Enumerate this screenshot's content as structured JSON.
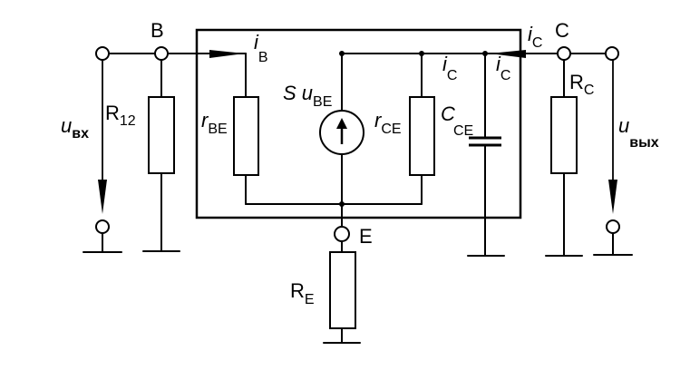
{
  "nodes": {
    "b": "B",
    "c": "C",
    "e": "E"
  },
  "labels": {
    "u_in": {
      "main": "u",
      "sub": "вх"
    },
    "u_out": {
      "main": "u",
      "sub": "вых"
    },
    "r12": {
      "main": "R",
      "sub": "12"
    },
    "rc": {
      "main": "R",
      "sub": "C"
    },
    "re": {
      "main": "R",
      "sub": "E"
    },
    "r_be": {
      "main": "r",
      "sub": "BE"
    },
    "r_ce": {
      "main": "r",
      "sub": "CE"
    },
    "c_ce": {
      "main": "C",
      "sub": "CE"
    },
    "source": {
      "main": "S u",
      "sub": "BE"
    },
    "i_b": {
      "main": "i",
      "sub": "B"
    },
    "i_c_top": {
      "main": "i",
      "sub": "C"
    },
    "i_c_mid": {
      "main": "i",
      "sub": "C"
    },
    "i_c_cap": {
      "main": "i",
      "sub": "C"
    }
  }
}
